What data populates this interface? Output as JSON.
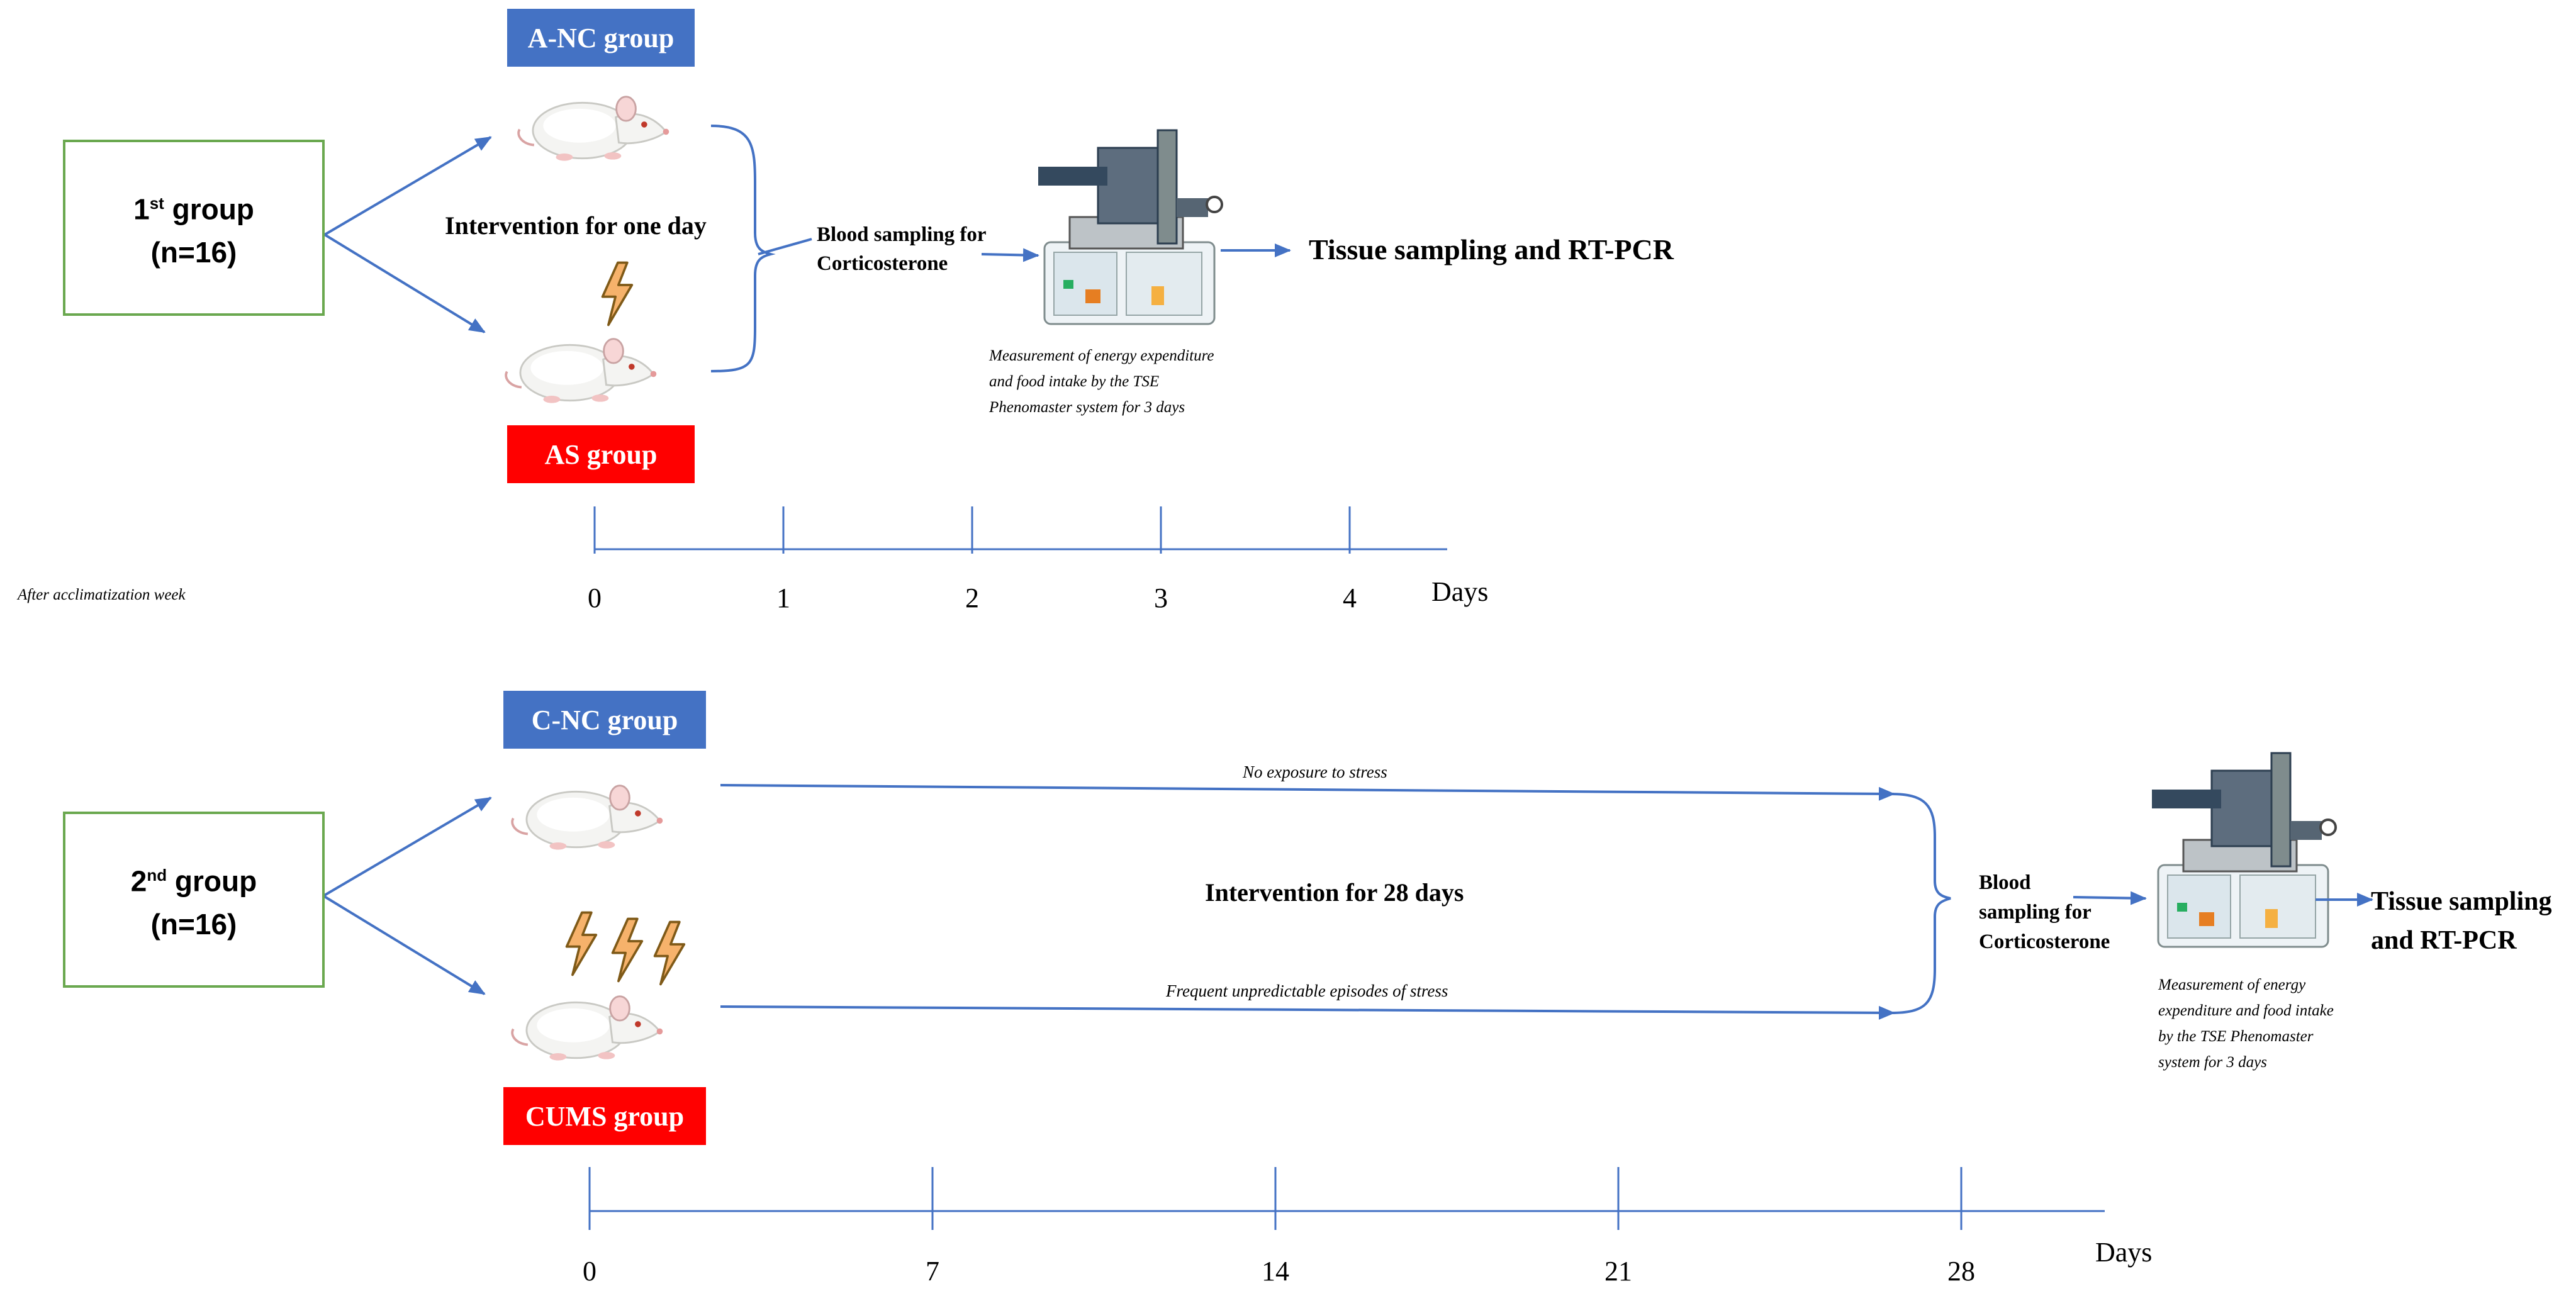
{
  "colors": {
    "arrow": "#4472c4",
    "box_border": "#6aa84f",
    "tag_blue": "#4472c4",
    "tag_red": "#ff0000",
    "bolt_fill": "#f6b26b"
  },
  "note_acclimatization": "After acclimatization week",
  "panel1": {
    "group_title": "1",
    "group_title_sup": "st",
    "group_title_suffix": " group",
    "group_n": "(n=16)",
    "tag_control": "A-NC group",
    "tag_stress": "AS group",
    "intervention": "Intervention  for one day",
    "blood_line1": "Blood sampling for",
    "blood_line2": "Corticosterone",
    "tissue": "Tissue sampling and RT-PCR",
    "measurement_lines": [
      "Measurement of energy expenditure",
      "and food intake by the TSE",
      "Phenomaster system for 3 days"
    ],
    "timeline_ticks": [
      "0",
      "1",
      "2",
      "3",
      "4"
    ],
    "timeline_unit": "Days"
  },
  "panel2": {
    "group_title": "2",
    "group_title_sup": "nd",
    "group_title_suffix": " group",
    "group_n": "(n=16)",
    "tag_control": "C-NC group",
    "tag_stress": "CUMS group",
    "no_stress": "No exposure to stress",
    "frequent_stress": "Frequent unpredictable  episodes of stress",
    "intervention": "Intervention  for 28 days",
    "blood_lines": [
      "Blood",
      "sampling for",
      "Corticosterone"
    ],
    "tissue_lines": [
      "Tissue sampling",
      "and RT-PCR"
    ],
    "measurement_lines": [
      "Measurement of energy",
      "expenditure and food intake",
      "by the TSE Phenomaster",
      "system for 3 days"
    ],
    "timeline_ticks": [
      "0",
      "7",
      "14",
      "21",
      "28"
    ],
    "timeline_unit": "Days"
  },
  "icons": [
    "rat-icon",
    "lightning-bolt-icon",
    "metabolic-cage-icon"
  ]
}
